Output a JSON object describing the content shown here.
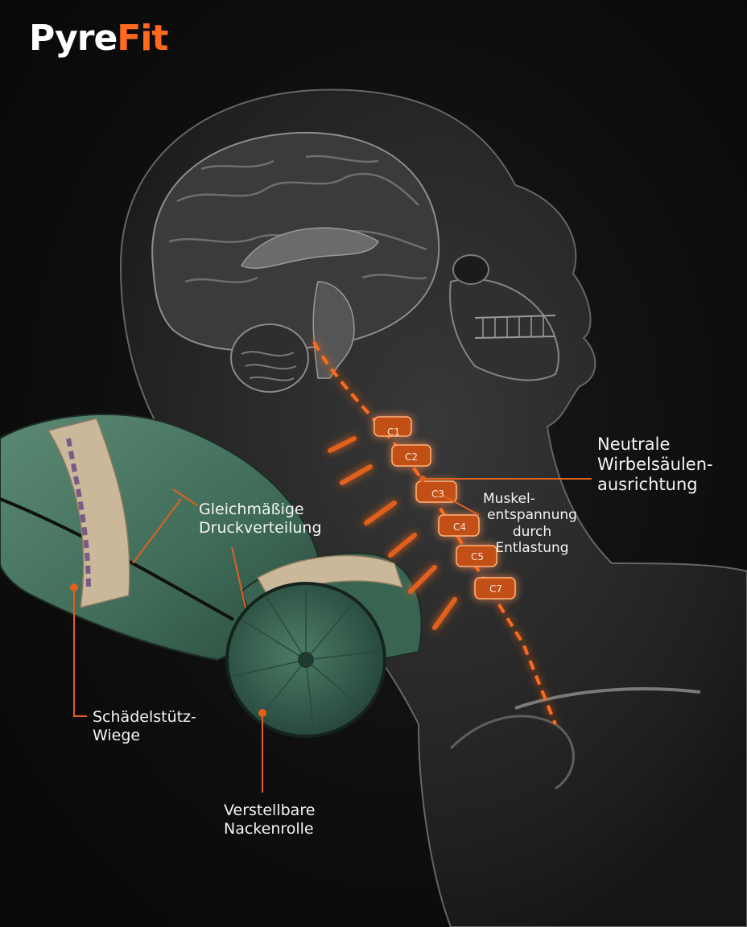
{
  "brand": {
    "part1": "Pyre",
    "part2": "Fit",
    "accent_color": "#ff6a1f"
  },
  "labels": {
    "neutral_alignment": [
      "Neutrale",
      "Wirbelsäulen-",
      "ausrichtung"
    ],
    "muscle_relaxation": [
      "Muskel-",
      "entspannung",
      "durch",
      "Entlastung"
    ],
    "pressure_distribution": [
      "Gleichmäßige",
      "Druckverteilung"
    ],
    "skull_cradle": [
      "Schädelstütz-",
      "Wiege"
    ],
    "neck_roll": [
      "Verstellbare",
      "Nackenrolle"
    ]
  },
  "vertebrae": [
    "C1",
    "C2",
    "C3",
    "C4",
    "C5",
    "C7"
  ],
  "colors": {
    "pillow": "#3f6b58",
    "pillow_band": "#cbb79a",
    "spine_glow": "#ff6a1f",
    "leader_line": "#e0601c"
  }
}
